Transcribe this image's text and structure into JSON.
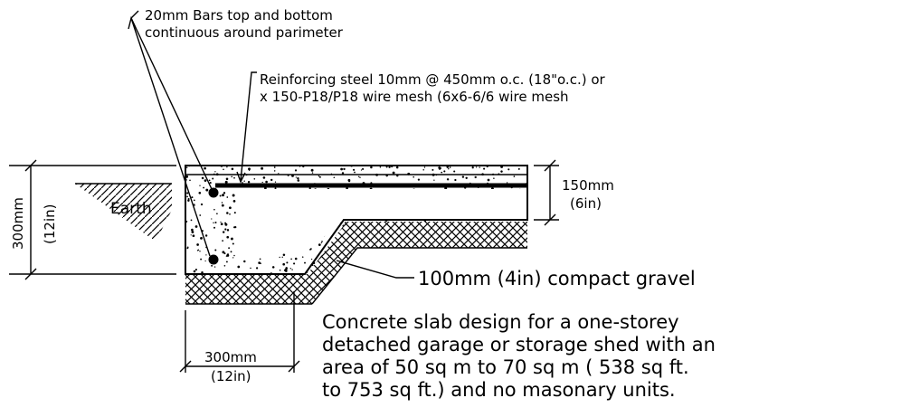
{
  "annotations": {
    "bars_line1": "20mm Bars top and bottom",
    "bars_line2": "continuous around parimeter",
    "steel_line1": "Reinforcing steel 10mm @ 450mm o.c. (18\"o.c.) or",
    "steel_line2": "x 150-P18/P18 wire mesh (6x6-6/6 wire mesh",
    "earth": "Earth",
    "gravel": "100mm (4in) compact gravel"
  },
  "dimensions": {
    "depth_mm": "300mm",
    "depth_in": "(12in)",
    "slab_mm": "150mm",
    "slab_in": "(6in)",
    "footing_mm": "300mm",
    "footing_in": "(12in)"
  },
  "description": {
    "line1": "Concrete slab design for a one-storey",
    "line2": "detached garage or storage shed with an",
    "line3": "area of 50 sq m to 70 sq m ( 538 sq ft.",
    "line4": "to 753 sq ft.) and no masonary units."
  },
  "colors": {
    "ink": "#000000",
    "paper": "#ffffff"
  }
}
